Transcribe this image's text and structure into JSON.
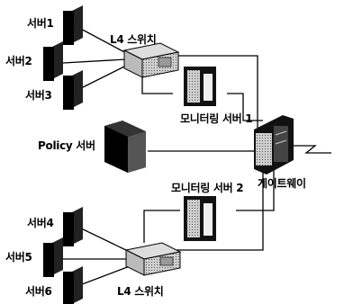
{
  "diagram": {
    "upper_servers": [
      "서버1",
      "서버2",
      "서버3"
    ],
    "lower_servers": [
      "서버4",
      "서버5",
      "서버6"
    ],
    "upper_switch_label": "L4 스위치",
    "lower_switch_label": "L4 스위치",
    "monitoring_server_1": "모니터링 서버 1",
    "monitoring_server_2": "모니터링 서버 2",
    "policy_server": "Policy 서버",
    "gateway": "게이트웨이"
  }
}
